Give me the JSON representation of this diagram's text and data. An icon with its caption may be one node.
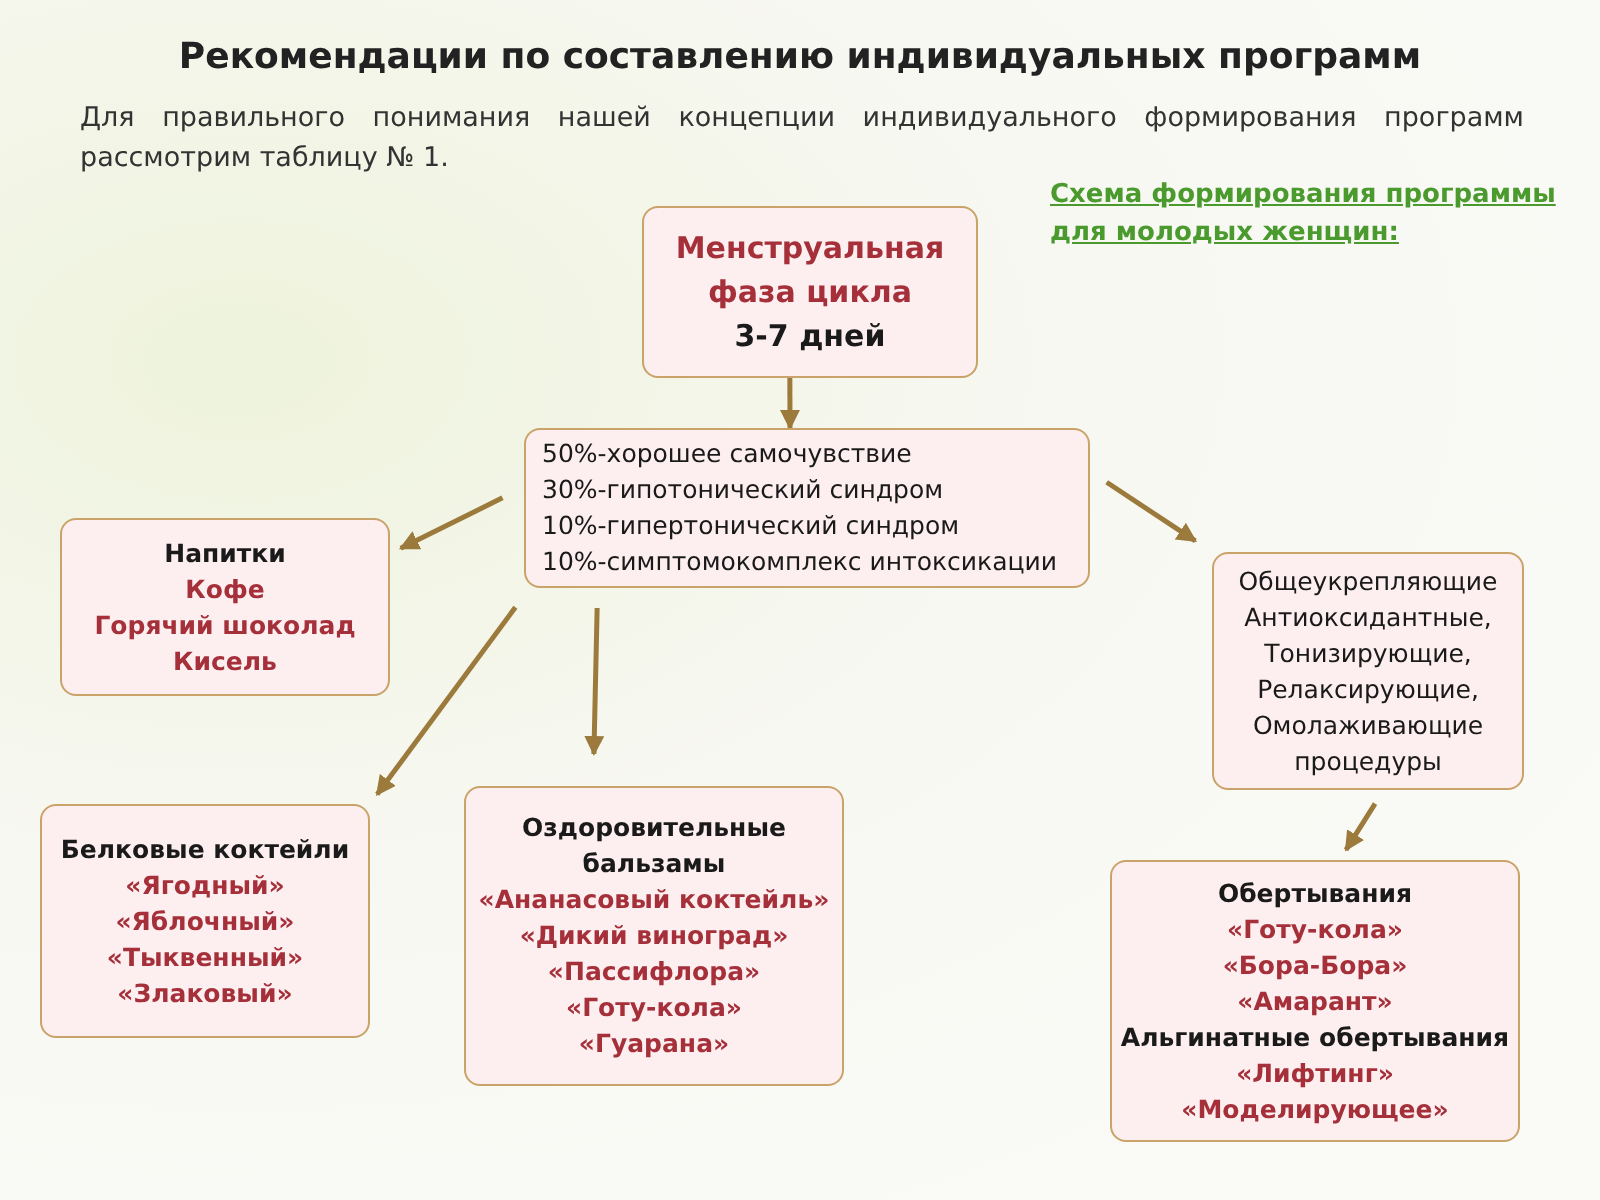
{
  "diagram": {
    "title": "Рекомендации по составлению индивидуальных программ",
    "nodes": [
      {
        "text": [
          "Менструальная фаза цикла",
          "3-7 дней"
        ]
      },
      {
        "text": [
          "50%-хорошее самочувствие",
          "30%-гипотонический синдром",
          "10%-гипертонический синдром",
          "10%-симптомокомплекс интоксикации"
        ]
      },
      {
        "text": [
          "Напитки",
          "Кофе",
          "Горячий шоколад",
          "Кисель"
        ]
      },
      {
        "text": [
          "Общеукрепляющие",
          "Антиоксидантные,",
          "Тонизирующие,",
          "Релаксирующие,",
          "Омолаживающие процедуры"
        ]
      },
      {
        "text": [
          "Белковые коктейли",
          "«Ягодный»",
          "«Яблочный»",
          "«Тыквенный»",
          "«Злаковый»"
        ]
      },
      {
        "text": [
          "Оздоровительные бальзамы",
          "«Ананасовый коктейль»",
          "«Дикий виноград»",
          "«Пассифлора»",
          "«Готу-кола»",
          "«Гуарана»"
        ]
      },
      {
        "text": [
          "Обертывания",
          "«Готу-кола»",
          "«Бора-Бора»",
          "«Амарант»",
          "Альгинатные обертывания",
          "«Лифтинг»",
          "«Моделирующее»"
        ]
      }
    ],
    "edges": [
      {
        "from": 0,
        "to": 1,
        "arrow": "to"
      },
      {
        "from": 1,
        "to": 2,
        "arrow": "to"
      },
      {
        "from": 1,
        "to": 4,
        "arrow": "to"
      },
      {
        "from": 1,
        "to": 5,
        "arrow": "to"
      },
      {
        "from": 1,
        "to": 3,
        "arrow": "to"
      },
      {
        "from": 3,
        "to": 6,
        "arrow": "to"
      }
    ],
    "labels": [
      "Для правильного понимания нашей концепции индивидуального формирования программ рассмотрим таблицу № 1.",
      "Схема формирования программы для молодых женщин:"
    ]
  }
}
